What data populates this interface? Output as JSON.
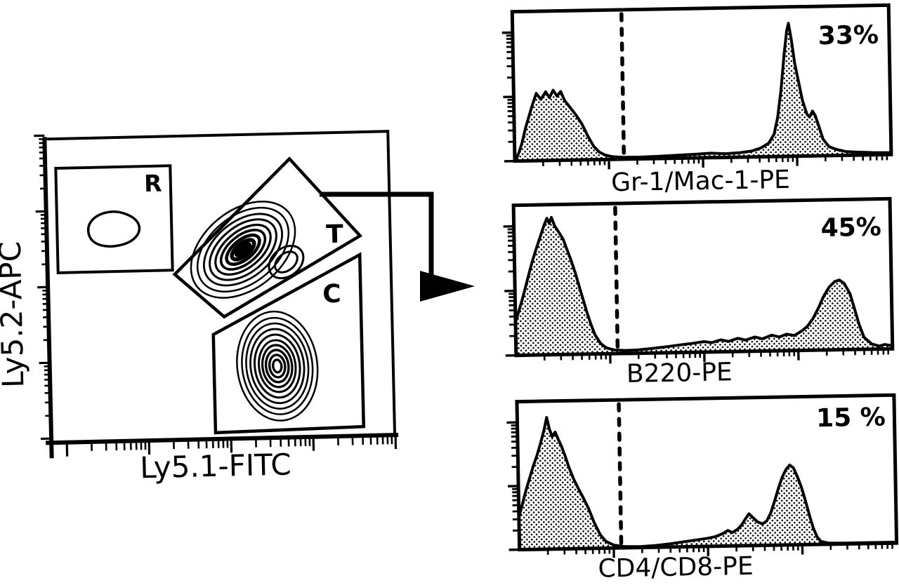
{
  "colors": {
    "ink": "#000000",
    "background": "#ffffff"
  },
  "chart_data": [
    {
      "type": "contour",
      "panel": "gating-dot-plot",
      "xlabel": "Ly5.1-FITC",
      "ylabel": "Ly5.2-APC",
      "tick_labels": "none (unlabeled log-style ticks)",
      "gates": [
        {
          "label": "R",
          "shape": "rectangle",
          "location": "upper-left",
          "population": "small sparse blob"
        },
        {
          "label": "T",
          "shape": "tilted-rectangle",
          "location": "center diagonal, Ly5.1/Ly5.2 double-positive",
          "population": "dense tilted contour cluster"
        },
        {
          "label": "C",
          "shape": "polygon",
          "location": "lower-right, Ly5.1-high Ly5.2-low",
          "population": "dense vertical oval contour cluster"
        }
      ],
      "annotation": "arrow leads from gate T to the three histograms"
    },
    {
      "type": "area",
      "panel": "histogram-1",
      "xlabel": "Gr-1/Mac-1-PE",
      "percent_label": "33%",
      "gate_line_x_fraction": 0.29,
      "x_range": [
        0,
        1
      ],
      "y_range": [
        0,
        1
      ],
      "x_fraction": [
        0,
        0.005,
        0.012,
        0.02,
        0.03,
        0.04,
        0.05,
        0.06,
        0.072,
        0.085,
        0.095,
        0.105,
        0.115,
        0.125,
        0.135,
        0.15,
        0.165,
        0.18,
        0.195,
        0.21,
        0.225,
        0.24,
        0.26,
        0.29,
        0.33,
        0.38,
        0.43,
        0.48,
        0.52,
        0.56,
        0.6,
        0.63,
        0.655,
        0.675,
        0.69,
        0.7,
        0.71,
        0.72,
        0.728,
        0.733,
        0.74,
        0.748,
        0.757,
        0.767,
        0.778,
        0.785,
        0.793,
        0.8,
        0.81,
        0.82,
        0.835,
        0.855,
        0.88,
        0.91,
        0.95,
        1
      ],
      "y_fraction": [
        0,
        0.02,
        0.06,
        0.12,
        0.22,
        0.3,
        0.38,
        0.45,
        0.41,
        0.46,
        0.42,
        0.47,
        0.43,
        0.46,
        0.4,
        0.35,
        0.3,
        0.24,
        0.16,
        0.09,
        0.05,
        0.03,
        0.018,
        0.012,
        0.012,
        0.015,
        0.02,
        0.025,
        0.03,
        0.025,
        0.03,
        0.04,
        0.06,
        0.09,
        0.15,
        0.26,
        0.44,
        0.68,
        0.84,
        0.89,
        0.78,
        0.62,
        0.5,
        0.37,
        0.28,
        0.26,
        0.3,
        0.27,
        0.19,
        0.11,
        0.06,
        0.04,
        0.025,
        0.02,
        0.015,
        0.012
      ]
    },
    {
      "type": "area",
      "panel": "histogram-2",
      "xlabel": "B220-PE",
      "percent_label": "45%",
      "gate_line_x_fraction": 0.27,
      "x_range": [
        0,
        1
      ],
      "y_range": [
        0,
        1
      ],
      "x_fraction": [
        0,
        0.01,
        0.02,
        0.03,
        0.04,
        0.05,
        0.06,
        0.07,
        0.08,
        0.088,
        0.094,
        0.1,
        0.108,
        0.118,
        0.13,
        0.14,
        0.15,
        0.16,
        0.17,
        0.18,
        0.19,
        0.2,
        0.21,
        0.225,
        0.24,
        0.26,
        0.29,
        0.32,
        0.36,
        0.4,
        0.44,
        0.47,
        0.5,
        0.52,
        0.545,
        0.565,
        0.59,
        0.61,
        0.635,
        0.655,
        0.68,
        0.7,
        0.72,
        0.74,
        0.76,
        0.775,
        0.79,
        0.805,
        0.82,
        0.835,
        0.85,
        0.862,
        0.875,
        0.89,
        0.9,
        0.912,
        0.925,
        0.945,
        0.965,
        0.98,
        1
      ],
      "y_fraction": [
        0.22,
        0.3,
        0.38,
        0.47,
        0.56,
        0.645,
        0.72,
        0.79,
        0.862,
        0.91,
        0.875,
        0.915,
        0.86,
        0.82,
        0.77,
        0.7,
        0.63,
        0.55,
        0.46,
        0.37,
        0.28,
        0.2,
        0.13,
        0.07,
        0.04,
        0.025,
        0.02,
        0.022,
        0.03,
        0.04,
        0.052,
        0.06,
        0.07,
        0.062,
        0.08,
        0.068,
        0.088,
        0.075,
        0.095,
        0.082,
        0.105,
        0.092,
        0.11,
        0.1,
        0.13,
        0.16,
        0.21,
        0.28,
        0.36,
        0.42,
        0.455,
        0.465,
        0.44,
        0.37,
        0.28,
        0.17,
        0.08,
        0.035,
        0.02,
        0.03,
        0.02
      ]
    },
    {
      "type": "area",
      "panel": "histogram-3",
      "xlabel": "CD4/CD8-PE",
      "percent_label": "15 %",
      "gate_line_x_fraction": 0.27,
      "x_range": [
        0,
        1
      ],
      "y_range": [
        0,
        1
      ],
      "x_fraction": [
        0,
        0.01,
        0.02,
        0.03,
        0.04,
        0.05,
        0.06,
        0.07,
        0.078,
        0.085,
        0.092,
        0.1,
        0.108,
        0.115,
        0.125,
        0.135,
        0.147,
        0.16,
        0.172,
        0.185,
        0.2,
        0.215,
        0.23,
        0.25,
        0.28,
        0.32,
        0.36,
        0.4,
        0.44,
        0.47,
        0.5,
        0.52,
        0.54,
        0.553,
        0.565,
        0.578,
        0.59,
        0.6,
        0.61,
        0.62,
        0.632,
        0.645,
        0.657,
        0.668,
        0.68,
        0.69,
        0.7,
        0.71,
        0.72,
        0.73,
        0.74,
        0.75,
        0.76,
        0.77,
        0.78,
        0.79,
        0.8,
        0.82,
        0.86,
        0.92,
        1
      ],
      "y_fraction": [
        0.22,
        0.31,
        0.4,
        0.48,
        0.56,
        0.63,
        0.71,
        0.8,
        0.89,
        0.81,
        0.76,
        0.79,
        0.74,
        0.7,
        0.63,
        0.55,
        0.47,
        0.4,
        0.34,
        0.27,
        0.17,
        0.09,
        0.045,
        0.02,
        0.008,
        0.006,
        0.012,
        0.022,
        0.035,
        0.045,
        0.055,
        0.065,
        0.085,
        0.105,
        0.09,
        0.11,
        0.14,
        0.18,
        0.215,
        0.19,
        0.16,
        0.145,
        0.165,
        0.22,
        0.31,
        0.39,
        0.46,
        0.51,
        0.54,
        0.52,
        0.46,
        0.39,
        0.3,
        0.2,
        0.11,
        0.05,
        0.02,
        0.008,
        0.006,
        0.006,
        0.006
      ]
    }
  ]
}
